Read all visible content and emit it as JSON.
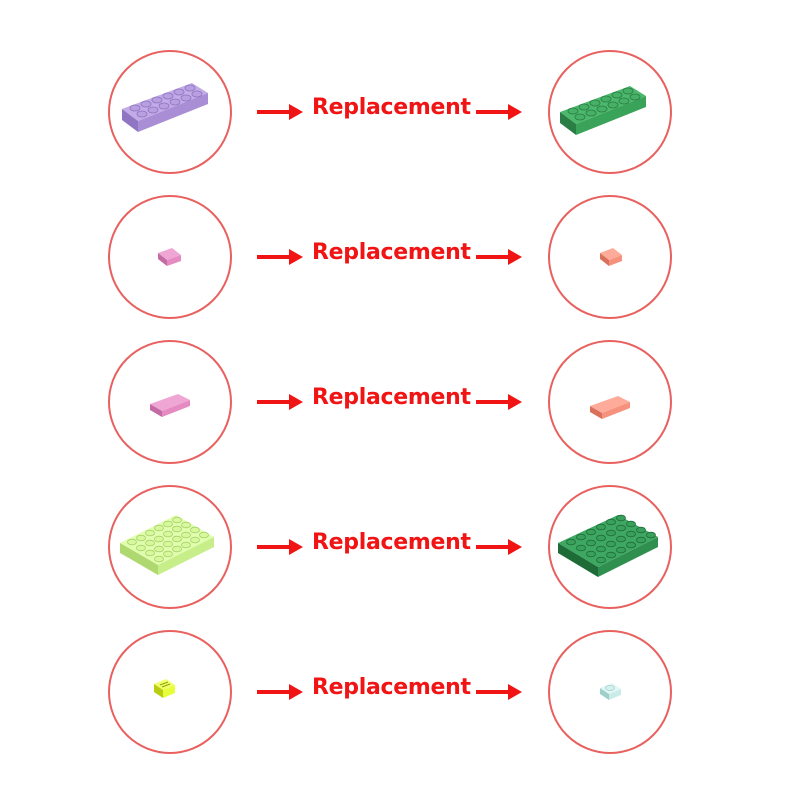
{
  "replacement_label": "Replacement",
  "colors": {
    "circle_border": "#e8615f",
    "text_red": "#f01414",
    "arrow_red": "#f01414"
  },
  "rows": [
    {
      "from_part": "lavender-plate-2x6",
      "from_color": "#a98ed6",
      "to_part": "green-plate-2x6",
      "to_color": "#3aa35a"
    },
    {
      "from_part": "pink-tile-1x1",
      "from_color": "#e68ac2",
      "to_part": "salmon-tile-1x1",
      "to_color": "#f5917c"
    },
    {
      "from_part": "pink-tile-1x2",
      "from_color": "#e68ac2",
      "to_part": "salmon-tile-1x2",
      "to_color": "#f5917c"
    },
    {
      "from_part": "lime-plate-4x6",
      "from_color": "#d4f59a",
      "to_part": "dark-green-plate-4x6",
      "to_color": "#2f8f4e"
    },
    {
      "from_part": "lime-grille-tile-1x1",
      "from_color": "#e6ff3a",
      "to_part": "light-aqua-plate-1x1",
      "to_color": "#c9ece9"
    }
  ]
}
